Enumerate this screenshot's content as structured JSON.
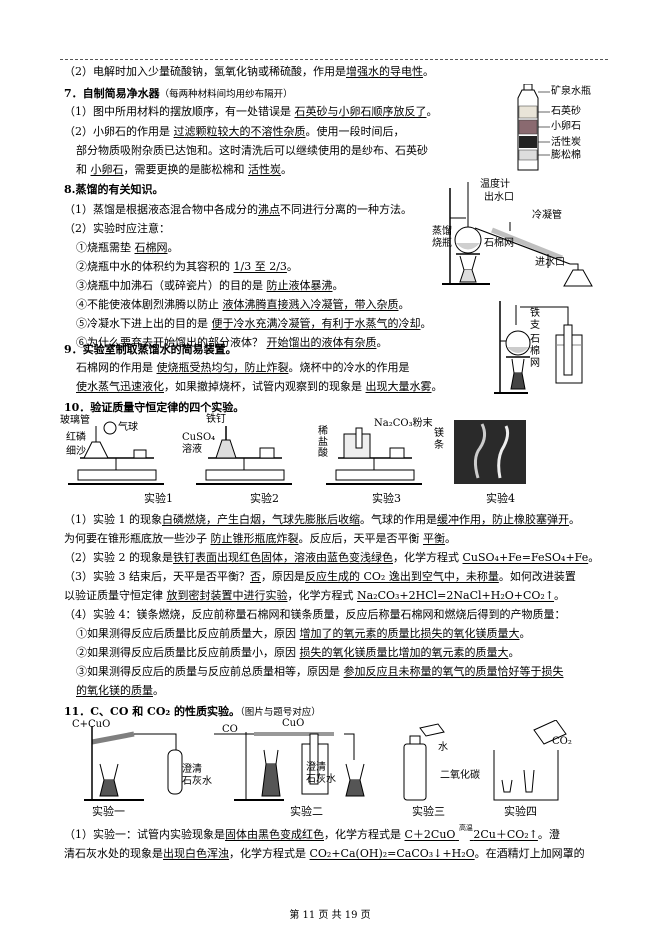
{
  "page": {
    "footer": "第 11 页 共 19 页"
  },
  "s6_line2": {
    "text": "（2）电解时加入少量硫酸钠，氢氧化钠或稀硫酸，作用是",
    "answer": "增强水的导电性",
    "end": "。"
  },
  "s7": {
    "title": "7．自制简易净水器",
    "note": "（每两种材料间均用纱布隔开）",
    "q1_pre": "（1）图中所用材料的摆放顺序，有一处错误是",
    "q1_ans": "石英砂与小卵石顺序放反了",
    "q1_end": "。",
    "q2_pre": "（2）小卵石的作用是",
    "q2_ans": "过滤颗粒较大的不溶性杂质",
    "q2_mid": "。使用一段时间后，",
    "q2_l2": "部分物质吸附杂质已达饱和。这时清洗后可以继续使用的是纱布、石英砂",
    "q2_l3_pre": "和",
    "q2_l3_ans1": "小卵石",
    "q2_l3_mid": "，需要更换的是膨松棉和",
    "q2_l3_ans2": "活性炭",
    "q2_l3_end": "。",
    "fig_labels": [
      "矿泉水瓶",
      "石英砂",
      "小卵石",
      "活性炭",
      "膨松棉"
    ]
  },
  "s8": {
    "title": "8.蒸馏的有关知识。",
    "l1_pre": "（1）蒸馏是根据液态混合物中各成分的",
    "l1_ans": "沸点",
    "l1_end": "不同进行分离的一种方法。",
    "l2": "（2）实验时应注意：",
    "l3_pre": "①烧瓶需垫",
    "l3_ans": "石棉网",
    "l3_end": "。",
    "l4_pre": "②烧瓶中水的体积约为其容积的",
    "l4_ans": "1/3 至 2/3",
    "l4_end": "。",
    "l5_pre": "③烧瓶中加沸石（或碎瓷片）的目的是",
    "l5_ans": "防止液体暴沸",
    "l5_end": "。",
    "l6_pre": "④不能使液体剧烈沸腾以防止",
    "l6_ans": "液体沸腾直接溅入冷凝管，带入杂质",
    "l6_end": "。",
    "l7_pre": "⑤冷凝水下进上出的目的是",
    "l7_ans": "便于冷水充满冷凝管，有利于水蒸气的冷却",
    "l7_end": "。",
    "l8_pre": "⑥为什么要弃去开始馏出的部分液体？",
    "l8_ans": "开始馏出的液体有杂质",
    "l8_end": "。",
    "fig_labels": [
      "温度计",
      "出水口",
      "冷凝管",
      "蒸馏",
      "烧瓶",
      "石棉网",
      "进水口"
    ]
  },
  "s9": {
    "title": "9．实验室制取蒸馏水的简易装置。",
    "l1_pre": "石棉网的作用是",
    "l1_ans": "使烧瓶受热均匀，防止炸裂",
    "l1_mid": "。烧杯中的冷水的作用是",
    "l2_ans1": "使水蒸气迅速液化",
    "l2_mid": "，如果撤掉烧杯，试管内观察到的现象是",
    "l2_ans2": "出现大量水雾",
    "l2_end": "。",
    "fig_labels": [
      "铁",
      "支",
      "石",
      "棉",
      "网"
    ]
  },
  "s10": {
    "title": "10．验证质量守恒定律的四个实验。",
    "fig_labels": [
      "玻璃管",
      "气球",
      "红磷",
      "细沙",
      "铁钉",
      "CuSO₄",
      "溶液",
      "稀",
      "盐",
      "酸",
      "Na₂CO₃粉末",
      "镁",
      "条"
    ],
    "captions": [
      "实验1",
      "实验2",
      "实验3",
      "实验4"
    ],
    "q1_a": "（1）实验 1 的现象",
    "q1_b": "白磷燃烧，产生白烟，气球先膨胀后收缩",
    "q1_c": "。气球的作用是",
    "q1_d": "缓冲作用，防止橡胶塞弹开",
    "q1_e": "。",
    "q1_l2_a": "为何要在锥形瓶底放一些沙子",
    "q1_l2_b": "防止锥形瓶底炸裂",
    "q1_l2_c": "。反应后，天平是否平衡",
    "q1_l2_d": "平衡",
    "q1_l2_e": "。",
    "q2_a": "（2）实验 2 的现象是",
    "q2_b": "铁钉表面出现红色固体，溶液由蓝色变浅绿色",
    "q2_c": "，化学方程式",
    "q2_d": "CuSO₄+Fe=FeSO₄+Fe",
    "q2_e": "。",
    "q3_a": "（3）实验 3 结束后，天平是否平衡？",
    "q3_b": "否",
    "q3_c": "，原因是",
    "q3_d": "反应生成的 CO₂ 逸出到空气中，未称量",
    "q3_e": "。如何改进装置",
    "q3_l2_a": "以验证质量守恒定律",
    "q3_l2_b": "放到密封装置中进行实验",
    "q3_l2_c": "，化学方程式",
    "q3_l2_d": "Na₂CO₃+2HCl=2NaCl+H₂O+CO₂↑",
    "q3_l2_e": "。",
    "q4": "（4）实验 4：镁条燃烧，反应前称量石棉网和镁条质量，反应后称量石棉网和燃烧后得到的产物质量：",
    "q4_1_a": "①如果测得反应后质量比反应前质量大，原因",
    "q4_1_b": "增加了的氧元素的质量比损失的氧化镁质量大",
    "q4_1_c": "。",
    "q4_2_a": "②如果测得反应后质量比反应前质量小，原因",
    "q4_2_b": "损失的氧化镁质量比增加的氧元素的质量大",
    "q4_2_c": "。",
    "q4_3_a": "③如果测得反应后的质量与反应前总质量相等，原因是",
    "q4_3_b": "参加反应且未称量的氧气的质量恰好等于损失",
    "q4_3_l2": "的氧化镁的质量",
    "q4_3_l2_end": "。"
  },
  "s11": {
    "title": "11．C、CO 和 CO₂ 的性质实验。",
    "note": "（图片与题号对应）",
    "fig_labels": [
      "C+CuO",
      "CO",
      "CuO",
      "澄清",
      "石灰水",
      "澄清",
      "石灰水",
      "水",
      "二氧化碳",
      "CO₂"
    ],
    "captions": [
      "实验一",
      "实验二",
      "实验三",
      "实验四"
    ],
    "l1_a": "（1）实验一：试管内实验现象是",
    "l1_b": "固体由黑色变成红色",
    "l1_c": "，化学方程式是",
    "l1_d1": "C＋2CuO",
    "l1_cond": "高温",
    "l1_d2": "2Cu＋CO₂↑",
    "l1_e": "。澄",
    "l2_a": "清石灰水处的现象是",
    "l2_b": "出现白色浑浊",
    "l2_c": "，化学方程式是",
    "l2_d": "CO₂+Ca(OH)₂=CaCO₃↓+H₂O",
    "l2_e": "。在酒精灯上加网罩的"
  }
}
